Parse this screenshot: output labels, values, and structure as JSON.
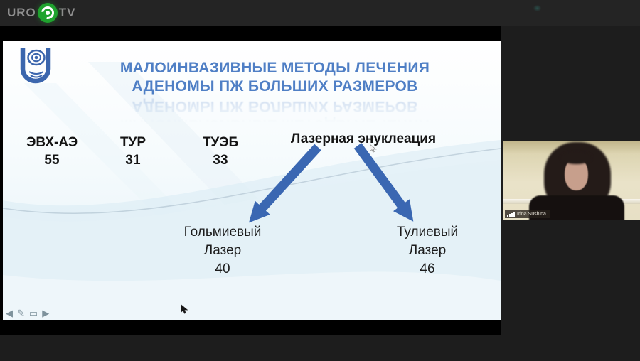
{
  "colors": {
    "accent_blue": "#4f7fc5",
    "arrow_blue": "#3a67b2",
    "logo_green": "#1fa32e",
    "uni_logo_blue": "#3b66ad",
    "panel_bg": "#1d1d1d",
    "topbar_bg": "#242424"
  },
  "topbar": {
    "logo_uro": "URO",
    "logo_tv": "TV"
  },
  "slide": {
    "title_line1": "МАЛОИНВАЗИВНЫЕ МЕТОДЫ ЛЕЧЕНИЯ",
    "title_line2": "АДЕНОМЫ ПЖ БОЛЬШИХ РАЗМЕРОВ",
    "stats": [
      {
        "label": "ЭВХ-АЭ",
        "value": "55"
      },
      {
        "label": "ТУР",
        "value": "31"
      },
      {
        "label": "ТУЭБ",
        "value": "33"
      }
    ],
    "laser_header": "Лазерная энуклеация",
    "branches": [
      {
        "name_line1": "Гольмиевый",
        "name_line2": "Лазер",
        "value": "40"
      },
      {
        "name_line1": "Тулиевый",
        "name_line2": "Лазер",
        "value": "46"
      }
    ],
    "toolbar": {
      "back": "◀",
      "pen": "✎",
      "menu": "▭",
      "forward": "▶"
    }
  },
  "webcam": {
    "participant_name": "Irina Sushina"
  }
}
